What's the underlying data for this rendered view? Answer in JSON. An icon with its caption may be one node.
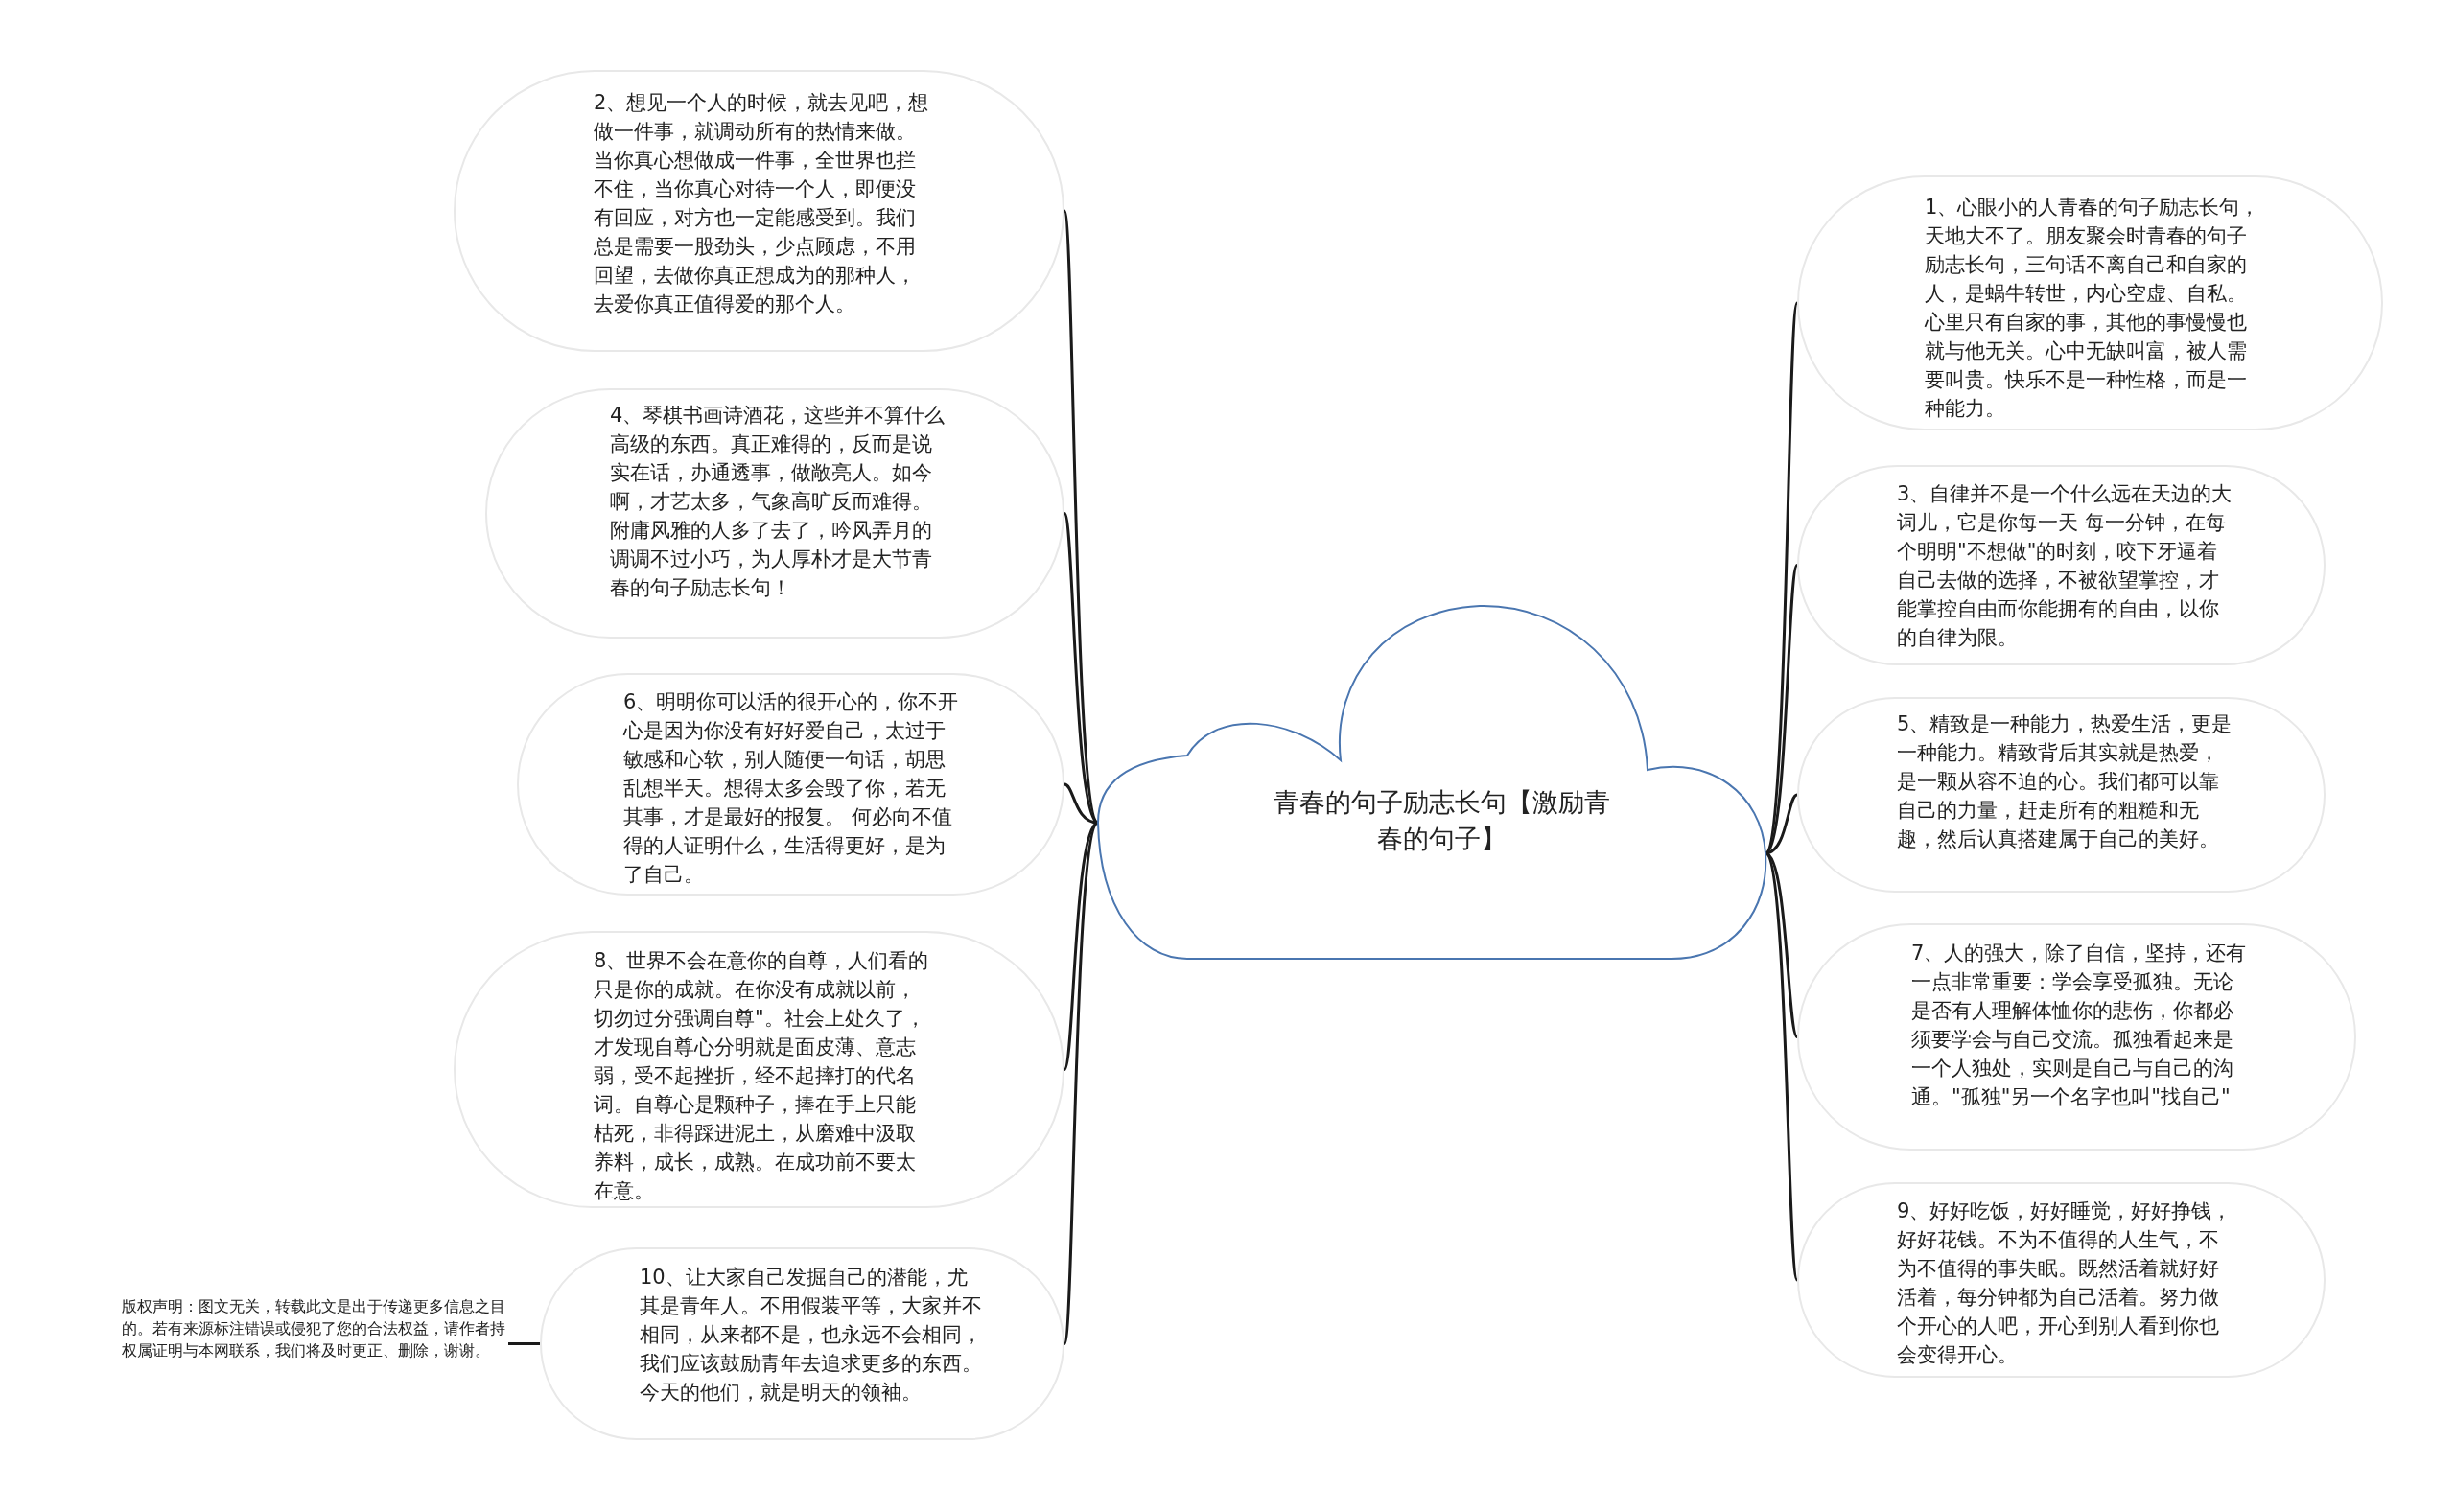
{
  "diagram": {
    "nodes": [
      {
        "text": [
          "青春的句子励志长句【激励青春的句子】"
        ]
      },
      {
        "text": [
          "1、心眼小的人青春的句子励志长句，天地大不了。朋友聚会时青春的句子励志长句，三句话不离自己和自家的人，是蜗牛转世，内心空虚、自私。心里只有自家的事，其他的事慢慢也就与他无关。心中无缺叫富，被人需要叫贵。快乐不是一种性格，而是一种能力。"
        ]
      },
      {
        "text": [
          "2、想见一个人的时候，就去见吧，想做一件事，就调动所有的热情来做。当你真心想做成一件事，全世界也拦不住，当你真心对待一个人，即便没有回应，对方也一定能感受到。我们总是需要一股劲头，少点顾虑，不用回望，去做你真正想成为的那种人，去爱你真正值得爱的那个人。"
        ]
      },
      {
        "text": [
          "3、自律并不是一个什么远在天边的大词儿，它是你每一天 每一分钟，在每个明明\"不想做\"的时刻，咬下牙逼着自己去做的选择，不被欲望掌控，才能掌控自由而你能拥有的自由，以你的自律为限。"
        ]
      },
      {
        "text": [
          "4、琴棋书画诗酒花，这些并不算什么高级的东西。真正难得的，反而是说实在话，办通透事，做敞亮人。如今啊，才艺太多，气象高旷反而难得。附庸风雅的人多了去了，吟风弄月的调调不过小巧，为人厚朴才是大节青春的句子励志长句！"
        ]
      },
      {
        "text": [
          "5、精致是一种能力，热爱生活，更是一种能力。精致背后其实就是热爱，是一颗从容不迫的心。我们都可以靠自己的力量，赶走所有的粗糙和无趣，然后认真搭建属于自己的美好。"
        ]
      },
      {
        "text": [
          "6、明明你可以活的很开心的，你不开心是因为你没有好好爱自己，太过于敏感和心软，别人随便一句话，胡思乱想半天。想得太多会毁了你，若无其事，才是最好的报复。 何必向不值得的人证明什么，生活得更好，是为了自己。"
        ]
      },
      {
        "text": [
          "7、人的强大，除了自信，坚持，还有一点非常重要：学会享受孤独。无论是否有人理解体恤你的悲伤，你都必须要学会与自己交流。孤独看起来是一个人独处，实则是自己与自己的沟通。\"孤独\"另一个名字也叫\"找自己\""
        ]
      },
      {
        "text": [
          "8、世界不会在意你的自尊，人们看的只是你的成就。在你没有成就以前，切勿过分强调自尊\"。社会上处久了，才发现自尊心分明就是面皮薄、意志弱，受不起挫折，经不起摔打的代名词。自尊心是颗种子，捧在手上只能枯死，非得踩进泥土，从磨难中汲取养料，成长，成熟。在成功前不要太在意。"
        ]
      },
      {
        "text": [
          "9、好好吃饭，好好睡觉，好好挣钱，好好花钱。不为不值得的人生气，不为不值得的事失眠。既然活着就好好活着，每分钟都为自己活着。努力做个开心的人吧，开心到别人看到你也会变得开心。"
        ]
      },
      {
        "text": [
          "10、让大家自己发掘自己的潜能，尤其是青年人。不用假装平等，大家并不相同，从来都不是，也永远不会相同，我们应该鼓励青年去追求更多的东西。今天的他们，就是明天的领袖。"
        ]
      },
      {
        "text": [
          "版权声明：图文无关，转载此文是出于传递更多信息之目的。若有来源标注错误或侵犯了您的合法权益，请作者持权属证明与本网联系，我们将及时更正、删除，谢谢。"
        ]
      }
    ],
    "edges": [
      {
        "from": 0,
        "to": 1,
        "arrow": "none"
      },
      {
        "from": 0,
        "to": 2,
        "arrow": "none"
      },
      {
        "from": 0,
        "to": 3,
        "arrow": "none"
      },
      {
        "from": 0,
        "to": 4,
        "arrow": "none"
      },
      {
        "from": 0,
        "to": 5,
        "arrow": "none"
      },
      {
        "from": 0,
        "to": 6,
        "arrow": "none"
      },
      {
        "from": 0,
        "to": 7,
        "arrow": "none"
      },
      {
        "from": 0,
        "to": 8,
        "arrow": "none"
      },
      {
        "from": 0,
        "to": 9,
        "arrow": "none"
      },
      {
        "from": 0,
        "to": 10,
        "arrow": "none"
      },
      {
        "from": 11,
        "to": 10,
        "arrow": "none"
      }
    ]
  }
}
